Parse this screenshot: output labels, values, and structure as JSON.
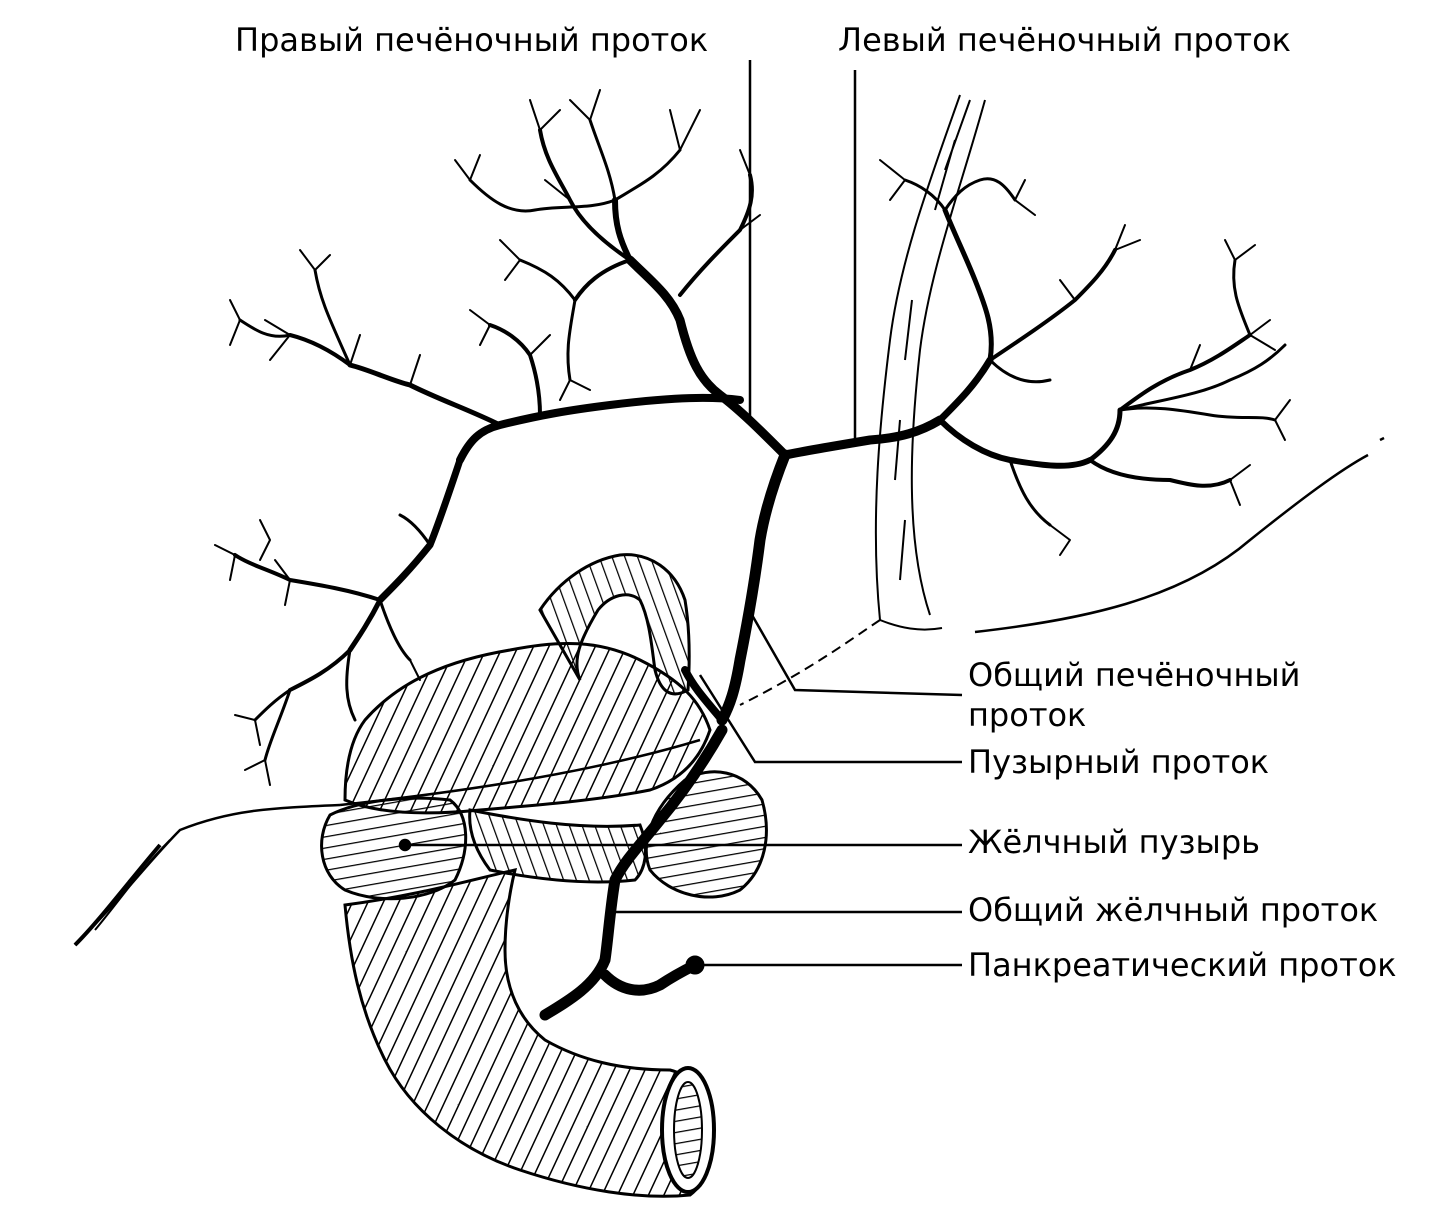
{
  "labels": {
    "right_hepatic_duct": "Правый печёночный проток",
    "left_hepatic_duct": "Левый печёночный проток",
    "common_hepatic_duct_line1": "Общий печёночный",
    "common_hepatic_duct_line2": "проток",
    "cystic_duct": "Пузырный проток",
    "gallbladder": "Жёлчный пузырь",
    "common_bile_duct": "Общий жёлчный проток",
    "pancreatic_duct": "Панкреатический проток"
  },
  "colors": {
    "ink": "#000000",
    "background": "#ffffff"
  }
}
